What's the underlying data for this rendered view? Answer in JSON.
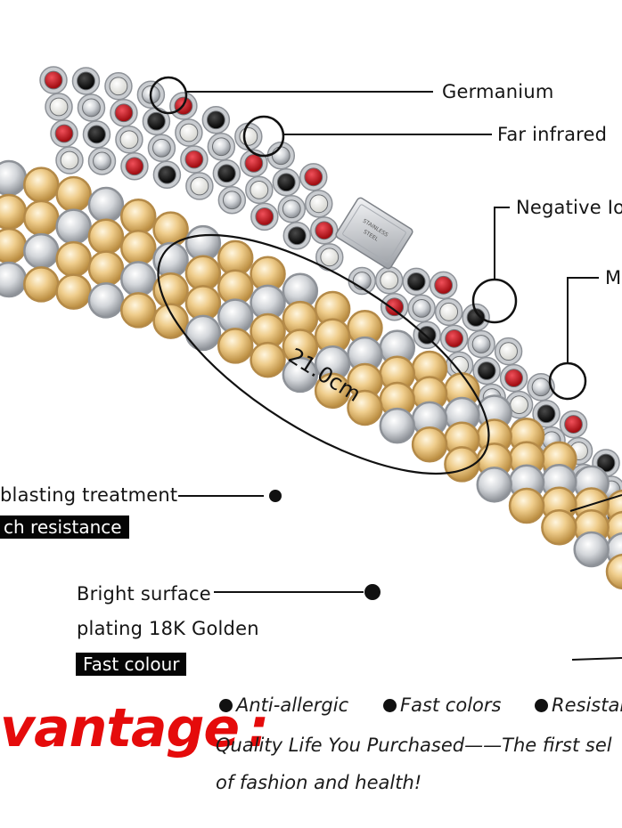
{
  "callouts": {
    "germanium": "Germanium",
    "far_infrared": "Far infrared",
    "negative_ion": "Negative Io",
    "magnet": "M",
    "sandblasting": "blasting treatment",
    "scratch_resistance": "ch resistance",
    "bright_surface": "Bright surface",
    "plating": "plating 18K Golden",
    "fast_colour": "Fast colour"
  },
  "measurement": {
    "diameter": "21.0cm"
  },
  "clasp_engraving": {
    "line1": "STAINLESS",
    "line2": "STEEL"
  },
  "advantage": {
    "heading": "vantage",
    "colon": ":",
    "features": [
      "Anti-allergic",
      "Fast colors",
      "Resistar"
    ],
    "slogan_line1": "Quality Life You Purchased——The first sel",
    "slogan_line2": "of fashion and health!"
  },
  "colors": {
    "heading_red": "#e50b0b",
    "bead_red": "#c8141a",
    "bead_black": "#141414",
    "bead_white": "#f4f4f0",
    "gold": "#e7c27a",
    "silver": "#d9dbde",
    "tag_bg": "#050505"
  }
}
